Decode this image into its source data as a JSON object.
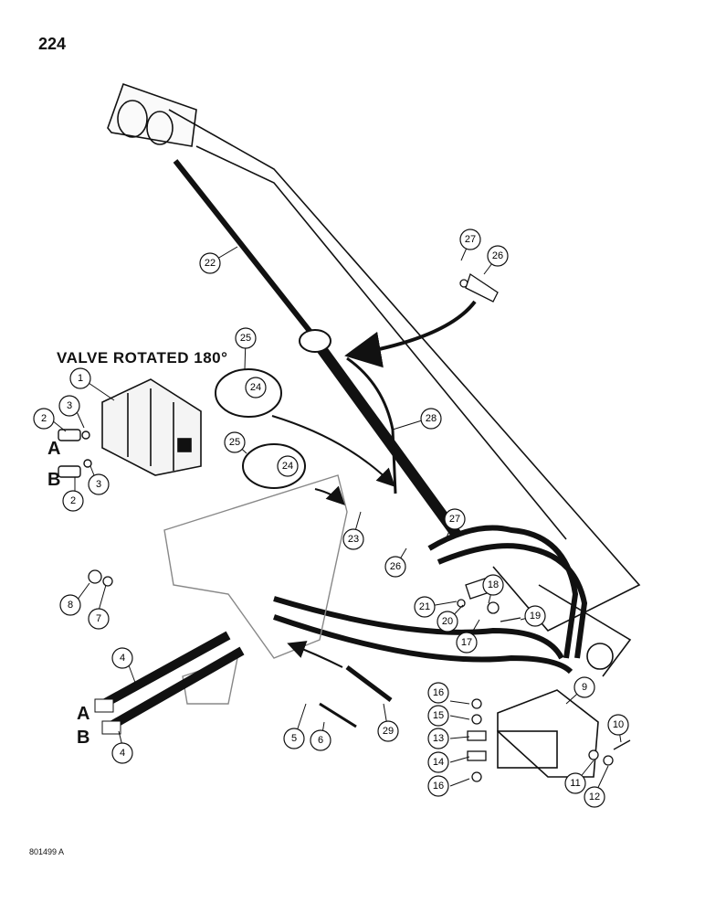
{
  "page": {
    "number": "224",
    "figure_code": "801499 A"
  },
  "valve_caption": "VALVE ROTATED 180°",
  "port_letters": [
    "A",
    "B",
    "A",
    "B"
  ],
  "callouts": [
    "1",
    "2",
    "3",
    "2",
    "3",
    "4",
    "4",
    "5",
    "6",
    "7",
    "8",
    "9",
    "10",
    "11",
    "12",
    "13",
    "14",
    "15",
    "16",
    "16",
    "17",
    "18",
    "19",
    "20",
    "21",
    "22",
    "23",
    "24",
    "24",
    "25",
    "25",
    "26",
    "26",
    "27",
    "27",
    "28",
    "29"
  ]
}
